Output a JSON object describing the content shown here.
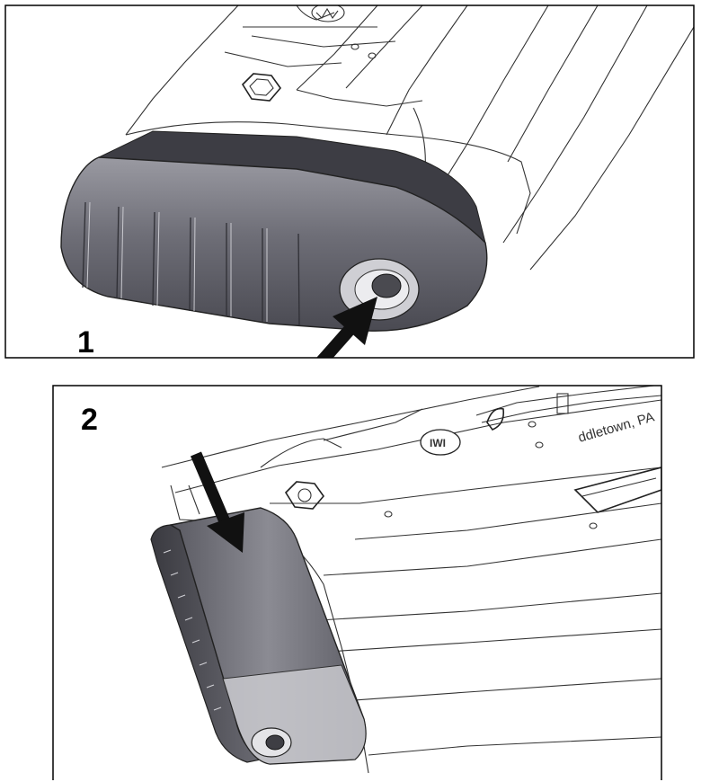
{
  "panels": [
    {
      "label": "1"
    },
    {
      "label": "2",
      "engraving": "ddletown, PA",
      "logo_text": "IWI"
    }
  ],
  "colors": {
    "frame": "#000000",
    "outline": "#333333",
    "pad_dark": "#3f3f45",
    "pad_mid": "#77777f",
    "pad_light": "#b7b7bd",
    "arrow": "#111111",
    "background": "#ffffff"
  },
  "icons": [
    "push-arrow-icon",
    "press-down-arrow-icon",
    "iwi-logo-icon"
  ]
}
